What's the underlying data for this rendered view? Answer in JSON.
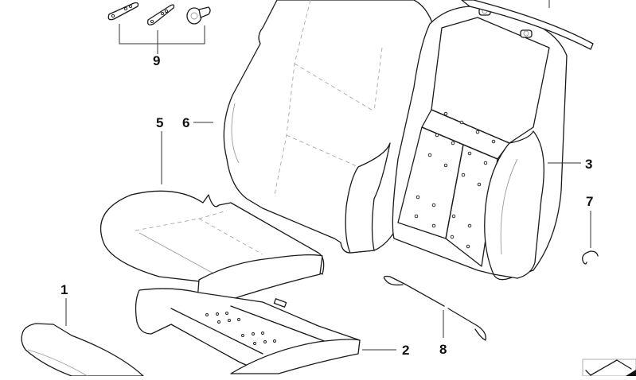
{
  "diagram": {
    "type": "exploded-parts-diagram",
    "subject": "seat cushion and backrest components",
    "callouts": [
      {
        "id": "1",
        "label": "1",
        "part": "side bolster / trim strip"
      },
      {
        "id": "2",
        "label": "2",
        "part": "seat cushion foam pad"
      },
      {
        "id": "3",
        "label": "3",
        "part": "backrest foam pad"
      },
      {
        "id": "5",
        "label": "5",
        "part": "seat cushion cover"
      },
      {
        "id": "6",
        "label": "6",
        "part": "backrest cover"
      },
      {
        "id": "7",
        "label": "7",
        "part": "clip"
      },
      {
        "id": "8",
        "label": "8",
        "part": "cable / tension wire"
      },
      {
        "id": "9",
        "label": "9",
        "part": "brackets and screw set"
      }
    ],
    "corner_icon": "part-box-icon"
  }
}
